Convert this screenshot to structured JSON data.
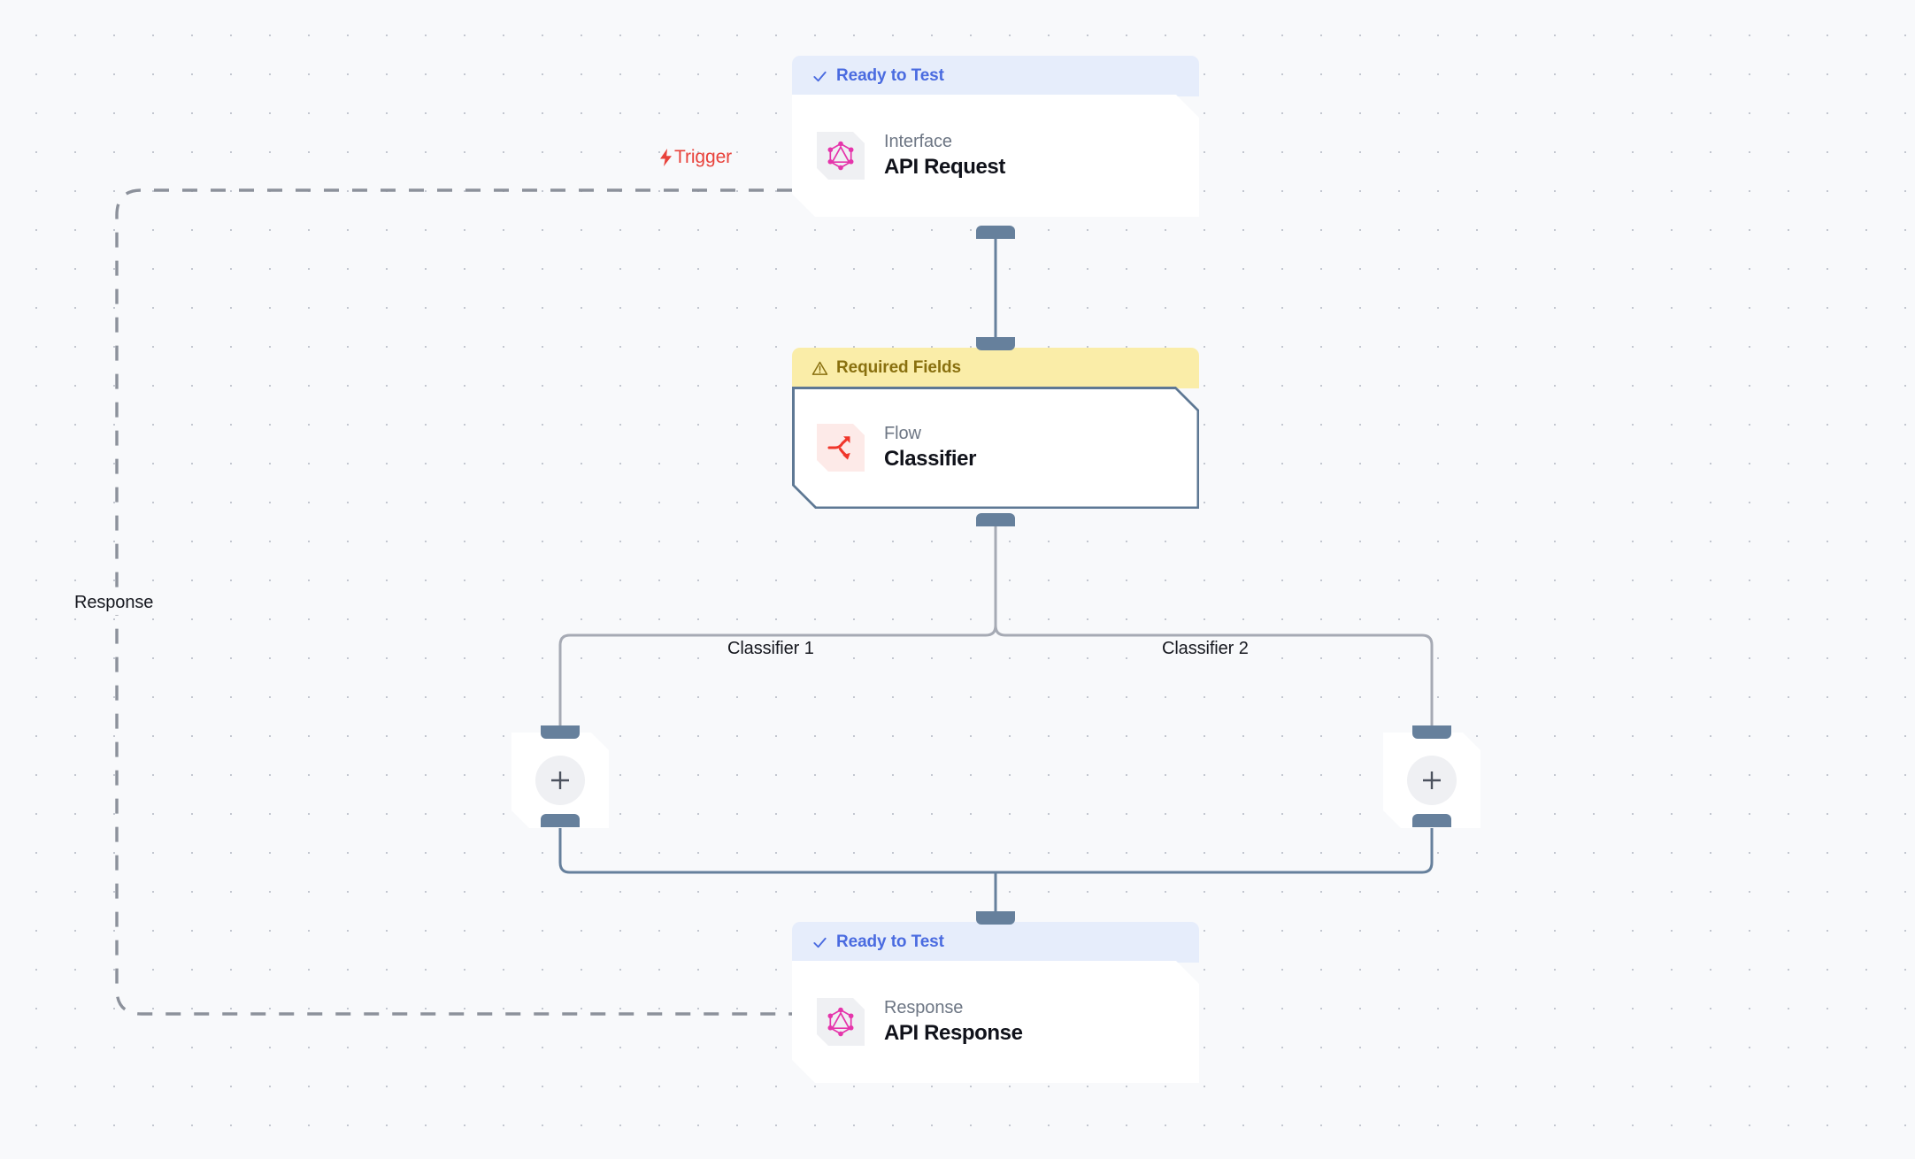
{
  "canvas": {
    "background_color": "#F8F9FB",
    "dot_color": "#C3C7D0"
  },
  "labels": {
    "trigger": "Trigger",
    "response": "Response",
    "branch_left": "Classifier 1",
    "branch_right": "Classifier 2"
  },
  "colors": {
    "ready_badge_bg": "#E6EDFB",
    "ready_badge_text": "#4A6BE0",
    "warn_badge_bg": "#FAEDA8",
    "warn_badge_text": "#89700F",
    "trigger_red": "#E8423B",
    "graphql_pink": "#E535AB",
    "flow_red": "#F0362B",
    "handle_slate": "#66809C",
    "edge_light": "#A6AAB4",
    "edge_slate": "#66809C",
    "selected_border": "#5E7894"
  },
  "nodes": [
    {
      "id": "api-request",
      "status": "Ready to Test",
      "status_type": "ready",
      "status_icon": "check-icon",
      "category": "Interface",
      "name": "API Request",
      "icon": "graphql-icon",
      "selected": false
    },
    {
      "id": "classifier",
      "status": "Required Fields",
      "status_type": "warn",
      "status_icon": "warning-triangle-icon",
      "category": "Flow",
      "name": "Classifier",
      "icon": "flow-branch-icon",
      "selected": true
    },
    {
      "id": "api-response",
      "status": "Ready to Test",
      "status_type": "ready",
      "status_icon": "check-icon",
      "category": "Response",
      "name": "API Response",
      "icon": "graphql-icon",
      "selected": false
    }
  ],
  "add_buttons": [
    {
      "id": "add-step-left",
      "icon": "plus-icon",
      "branch": "Classifier 1"
    },
    {
      "id": "add-step-right",
      "icon": "plus-icon",
      "branch": "Classifier 2"
    }
  ]
}
